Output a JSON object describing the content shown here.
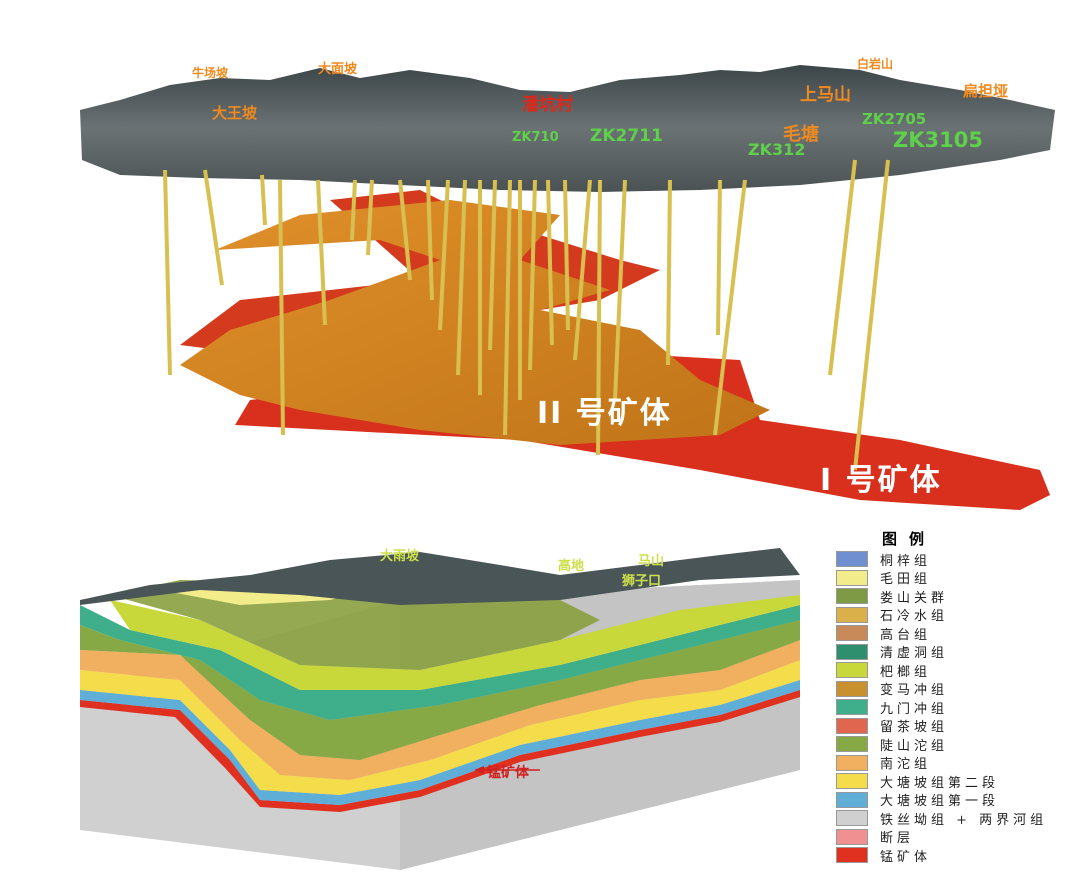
{
  "top_model": {
    "place_labels": [
      "牛场坡",
      "大王坡",
      "大面坡",
      "潘坑村",
      "上马山",
      "毛塘",
      "白岩山",
      "扁担垭"
    ],
    "drill_labels": [
      "ZK2711",
      "ZK312",
      "ZK3105",
      "ZK2705",
      "ZK710"
    ],
    "ore_body_2": "II 号矿体",
    "ore_body_1": "I 号矿体"
  },
  "section": {
    "place_labels": [
      "大雨坡",
      "高地",
      "马山",
      "狮子口"
    ],
    "ore_annotation": "锰矿体"
  },
  "legend": {
    "title": "图例",
    "items": [
      {
        "label": "桐梓组",
        "color": "#6f8fd0"
      },
      {
        "label": "毛田组",
        "color": "#f2ec8a"
      },
      {
        "label": "娄山关群",
        "color": "#7f9a45"
      },
      {
        "label": "石冷水组",
        "color": "#d9b04a"
      },
      {
        "label": "高台组",
        "color": "#c98a5a"
      },
      {
        "label": "清虚洞组",
        "color": "#2e8f6e"
      },
      {
        "label": "杷榔组",
        "color": "#c8d83a"
      },
      {
        "label": "变马冲组",
        "color": "#c8902e"
      },
      {
        "label": "九门冲组",
        "color": "#3fae8a"
      },
      {
        "label": "留茶坡组",
        "color": "#e06650"
      },
      {
        "label": "陡山沱组",
        "color": "#86a845"
      },
      {
        "label": "南沱组",
        "color": "#f0b060"
      },
      {
        "label": "大塘坡组第二段",
        "color": "#f5dc4a"
      },
      {
        "label": "大塘坡组第一段",
        "color": "#5eaed8"
      },
      {
        "label": "铁丝坳组 + 两界河组",
        "color": "#d0d0d0"
      },
      {
        "label": "断层",
        "color": "#f09090"
      },
      {
        "label": "锰矿体",
        "color": "#e03020"
      }
    ]
  }
}
